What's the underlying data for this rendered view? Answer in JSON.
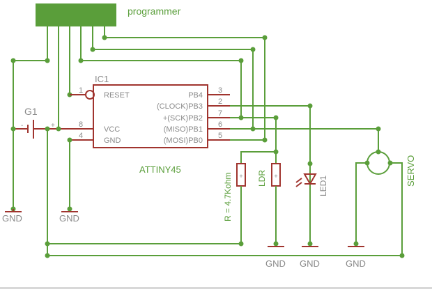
{
  "colors": {
    "wire": "#5a9e3a",
    "component": "#a0342e",
    "label": "#8a8a8a",
    "background": "#ffffff"
  },
  "programmer": {
    "label": "programmer"
  },
  "ic": {
    "name": "IC1",
    "part": "ATTINY45",
    "left_pins": [
      {
        "num": "1",
        "label": "RESET"
      },
      {
        "num": "8",
        "label": "VCC"
      },
      {
        "num": "4",
        "label": "GND"
      }
    ],
    "right_pins": [
      {
        "num": "3",
        "label": "PB4"
      },
      {
        "num": "2",
        "label": "(CLOCK)PB3"
      },
      {
        "num": "7",
        "label": "+(SCK)PB2"
      },
      {
        "num": "6",
        "label": "(MISO)PB1"
      },
      {
        "num": "5",
        "label": "(MOSI)PB0"
      }
    ]
  },
  "battery": {
    "name": "G1",
    "minus": "-",
    "plus": "+"
  },
  "resistor": {
    "label": "R = 4.7Kohm",
    "symbol": "+"
  },
  "ldr": {
    "label": "LDR",
    "symbol": "+"
  },
  "led": {
    "label": "LED1"
  },
  "servo": {
    "label": "SERVO"
  },
  "ground_labels": [
    "GND",
    "GND",
    "GND",
    "GND",
    "GND"
  ]
}
